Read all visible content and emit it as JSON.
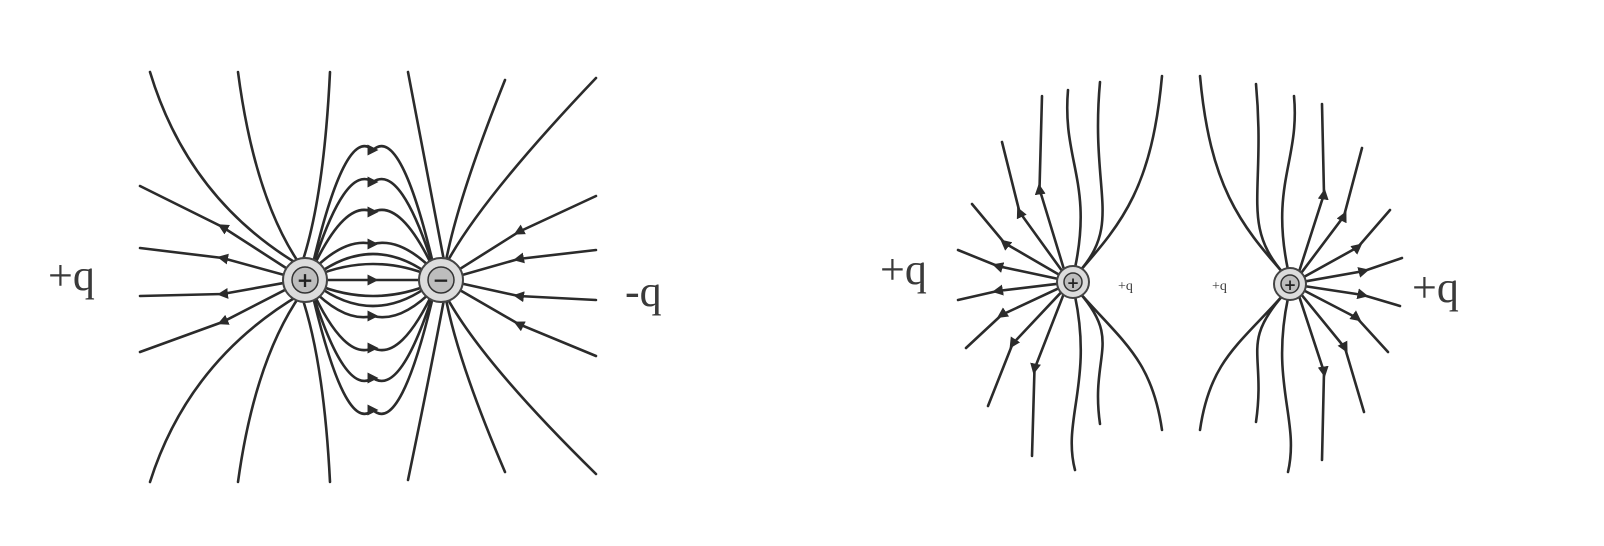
{
  "diagrams": [
    {
      "name": "opposite-charges",
      "left_label": "+q",
      "right_label": "-q",
      "charges": [
        {
          "sign": "+",
          "color": "#bdbdbd"
        },
        {
          "sign": "−",
          "color": "#bdbdbd"
        }
      ]
    },
    {
      "name": "like-charges",
      "left_label": "+q",
      "right_label": "+q",
      "inner_left_label": "+q",
      "inner_right_label": "+q",
      "charges": [
        {
          "sign": "+",
          "color": "#bdbdbd"
        },
        {
          "sign": "+",
          "color": "#bdbdbd"
        }
      ]
    }
  ],
  "colors": {
    "field_line": "#2b2b2b",
    "background": "#ffffff"
  }
}
